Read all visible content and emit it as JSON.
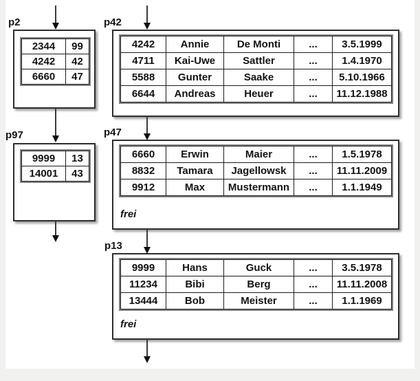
{
  "colors": {
    "page_background": "#ffffff",
    "margin_background": "#f1f1f0",
    "box_border": "#2e2e2e",
    "table_outer_border": "#7f7f7f",
    "cell_border": "#1c1c1c",
    "text": "#121212",
    "arrow": "#101010",
    "shadow": "#a2a2a2"
  },
  "nodes": {
    "p2": {
      "label": "p2",
      "rows": [
        [
          "2344",
          "99"
        ],
        [
          "4242",
          "42"
        ],
        [
          "6660",
          "47"
        ]
      ]
    },
    "p42": {
      "label": "p42",
      "rows": [
        [
          "4242",
          "Annie",
          "De Monti",
          "...",
          "3.5.1999"
        ],
        [
          "4711",
          "Kai-Uwe",
          "Sattler",
          "...",
          "1.4.1970"
        ],
        [
          "5588",
          "Gunter",
          "Saake",
          "...",
          "5.10.1966"
        ],
        [
          "6644",
          "Andreas",
          "Heuer",
          "...",
          "11.12.1988"
        ]
      ]
    },
    "p97": {
      "label": "p97",
      "rows": [
        [
          "9999",
          "13"
        ],
        [
          "14001",
          "43"
        ]
      ]
    },
    "p47": {
      "label": "p47",
      "free_label": "frei",
      "rows": [
        [
          "6660",
          "Erwin",
          "Maier",
          "...",
          "1.5.1978"
        ],
        [
          "8832",
          "Tamara",
          "Jagellowsk",
          "...",
          "11.11.2009"
        ],
        [
          "9912",
          "Max",
          "Mustermann",
          "...",
          "1.1.1949"
        ]
      ]
    },
    "p13": {
      "label": "p13",
      "free_label": "frei",
      "rows": [
        [
          "9999",
          "Hans",
          "Guck",
          "...",
          "3.5.1978"
        ],
        [
          "11234",
          "Bibi",
          "Berg",
          "...",
          "11.11.2008"
        ],
        [
          "13444",
          "Bob",
          "Meister",
          "...",
          "1.1.1969"
        ]
      ]
    }
  }
}
